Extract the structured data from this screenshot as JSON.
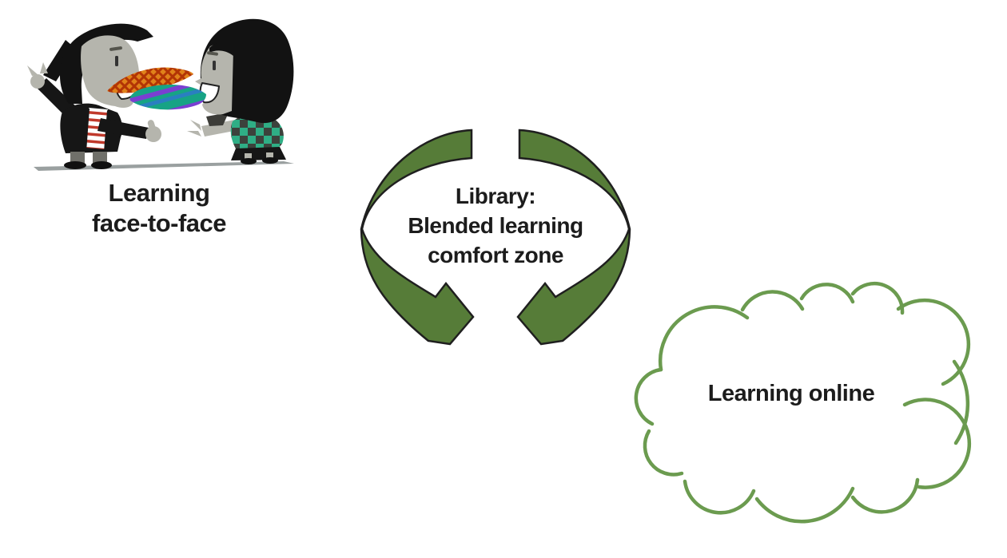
{
  "slide": {
    "background": "#ffffff"
  },
  "colors": {
    "arrow_fill": "#567c38",
    "arrow_outline": "#1f1f1f",
    "cloud_stroke": "#6b9b4f",
    "text": "#1c1c1c",
    "ground": "#9aa0a0",
    "skin_gray": "#b5b5ad",
    "hair_black": "#121212",
    "speech_orange": "#e0821a",
    "speech_teal": "#17a385"
  },
  "face_to_face": {
    "lines": [
      "Learning",
      "face-to-face"
    ]
  },
  "blended": {
    "lines": [
      "Library:",
      "Blended learning",
      "comfort zone"
    ]
  },
  "online": {
    "label": "Learning online"
  },
  "icons": {
    "clipart": "two-people-talking-clipart",
    "arrows": "two-curved-arrows-converging",
    "cloud": "hand-drawn-cloud-outline"
  }
}
